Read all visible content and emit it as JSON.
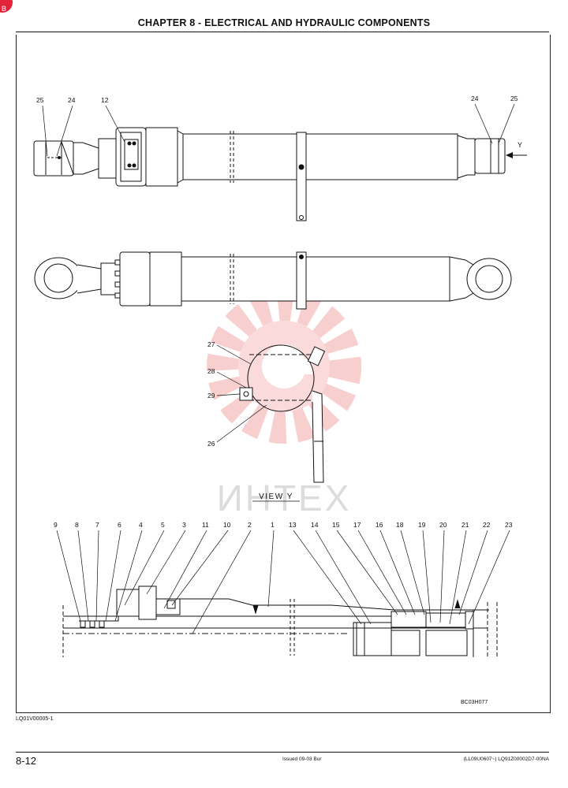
{
  "header": {
    "title": "CHAPTER 8 - ELECTRICAL AND HYDRAULIC COMPONENTS"
  },
  "corner_mark": "B",
  "callouts": {
    "top_view": [
      "25",
      "24",
      "12",
      "24",
      "25"
    ],
    "arrow_label": "Y",
    "view_y": [
      "27",
      "28",
      "29",
      "26"
    ],
    "view_y_caption": "VIEW Y",
    "section": [
      "9",
      "8",
      "7",
      "6",
      "4",
      "5",
      "3",
      "11",
      "10",
      "2",
      "1",
      "13",
      "14",
      "15",
      "17",
      "16",
      "18",
      "19",
      "20",
      "21",
      "22",
      "23"
    ]
  },
  "figure_code": "BC03H077",
  "watermark_text": "ИНТЕХ",
  "footer": {
    "doc_code": "LQ01V00005-1",
    "page_number": "8-12",
    "issued": "Issued 09-03   Bur",
    "model_code": "(LL09U0607~)   LQ91Z00002D7-00NA"
  },
  "colors": {
    "watermark": "#f4a9a9",
    "ink": "#111111",
    "mark": "#e2233a"
  }
}
